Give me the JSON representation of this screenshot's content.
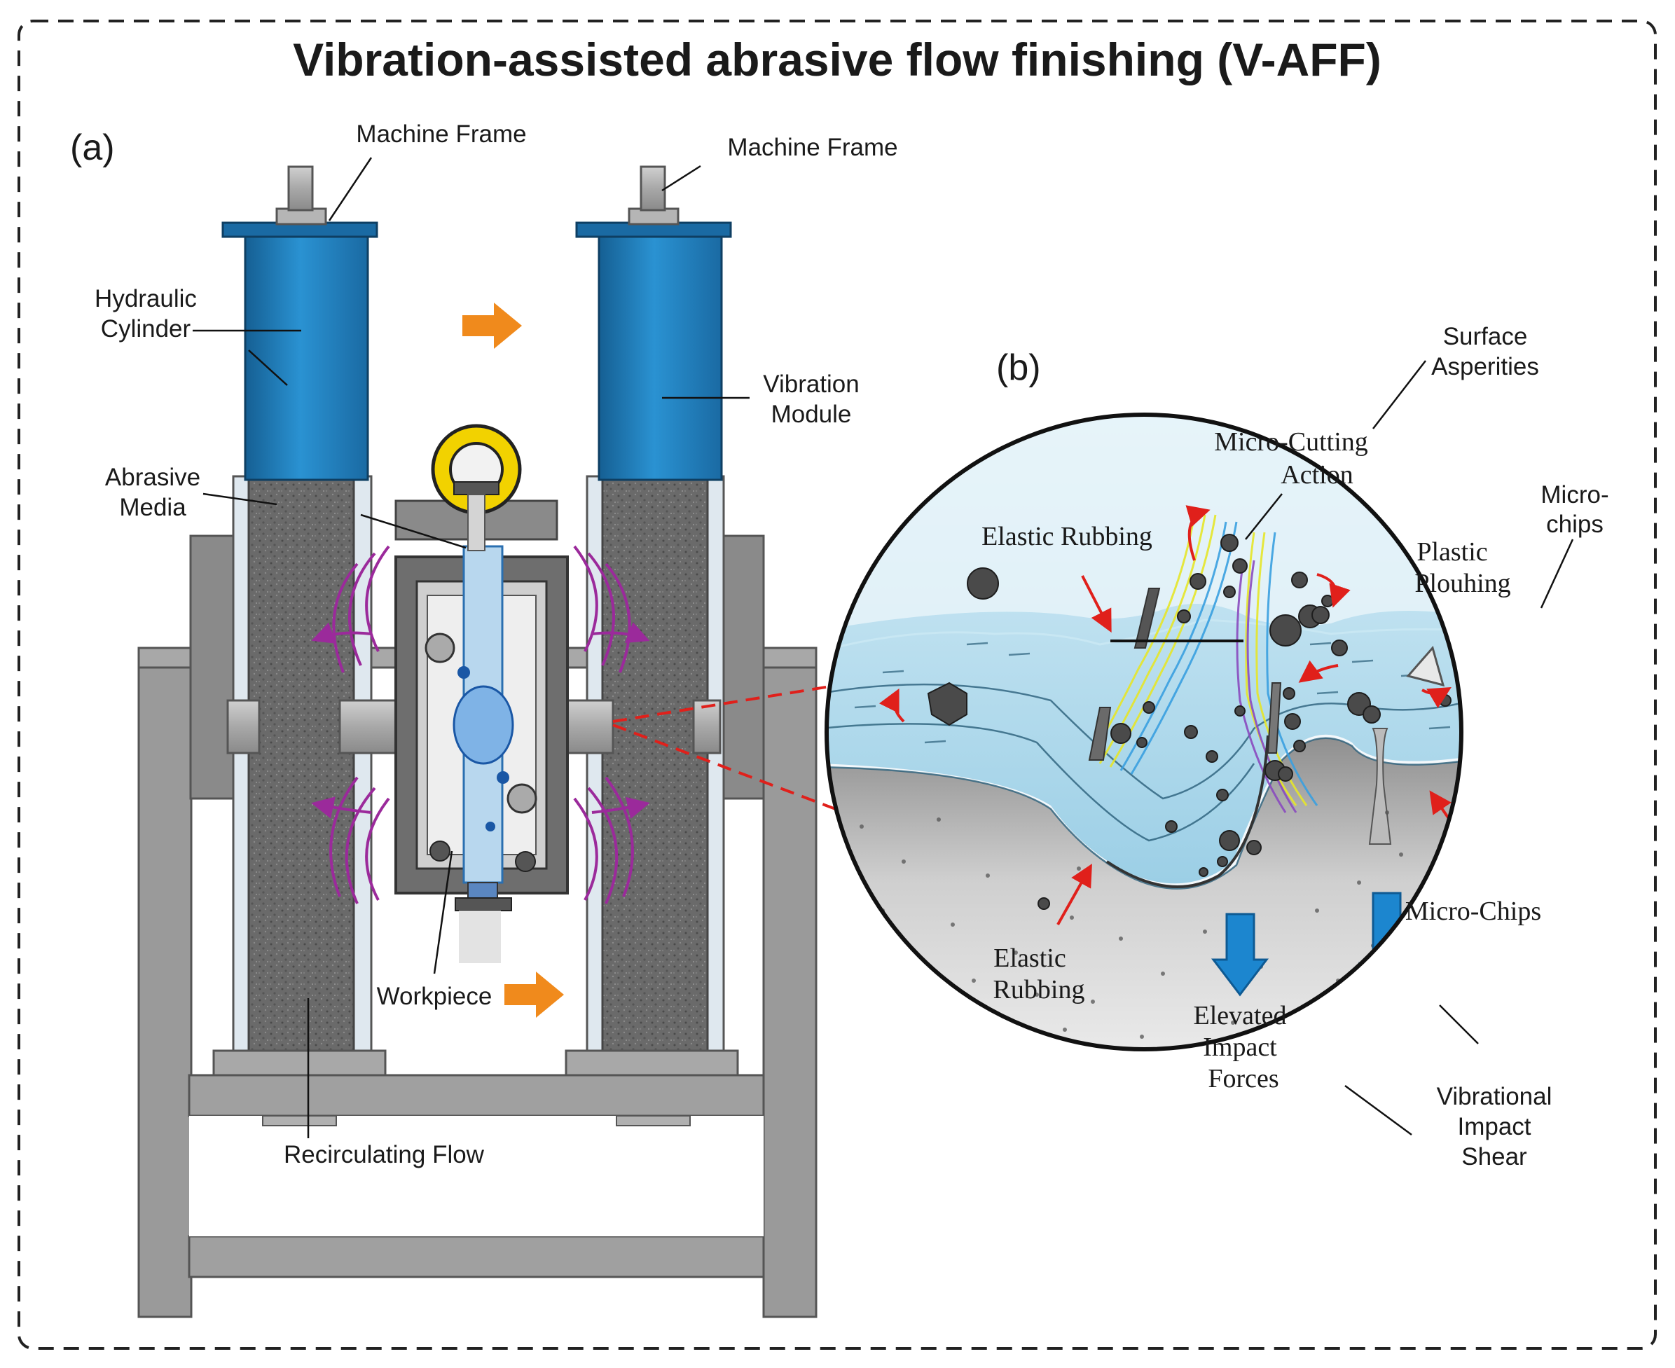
{
  "title": "Vibration-assisted abrasive flow finishing (V-AFF)",
  "panel_a": {
    "label": "(a)",
    "machine_frame_left": "Machine Frame",
    "machine_frame_right": "Machine Frame",
    "hydraulic_cylinder": [
      "Hydraulic",
      "Cylinder"
    ],
    "vibration_module": [
      "Vibration",
      "Module"
    ],
    "abrasive_media": [
      "Abrasive",
      "Media"
    ],
    "workpiece": "Workpiece",
    "recirculating_flow": "Recirculating Flow"
  },
  "panel_b": {
    "label": "(b)",
    "surface_asperities": [
      "Surface",
      "Asperities"
    ],
    "micro_cutting": [
      "Micro-Cutting",
      "Action"
    ],
    "elastic_rubbing_top": "Elastic Rubbing",
    "microchips_right": [
      "Micro-",
      "chips"
    ],
    "plastic_ploughing": [
      "Plastic",
      "Plouhing"
    ],
    "micro_chips_lower": "Micro-Chips",
    "elastic_rubbing_lower": [
      "Elastic",
      "Rubbing"
    ],
    "elevated_impact": [
      "Elevated",
      "Impact",
      "Forces"
    ],
    "vibrational_impact": [
      "Vibrational",
      "Impact",
      "Shear"
    ]
  },
  "colors": {
    "cylinder_blue": "#1f7fc0",
    "frame_gray": "#9a9a9a",
    "arrow_orange": "#f08a1c",
    "ring_yellow": "#f2d200",
    "field_purple": "#9b2a9b",
    "fluid_blue": "#a9d8ec",
    "red_arrow": "#e0201b",
    "down_arrow_blue": "#1c86cf"
  }
}
